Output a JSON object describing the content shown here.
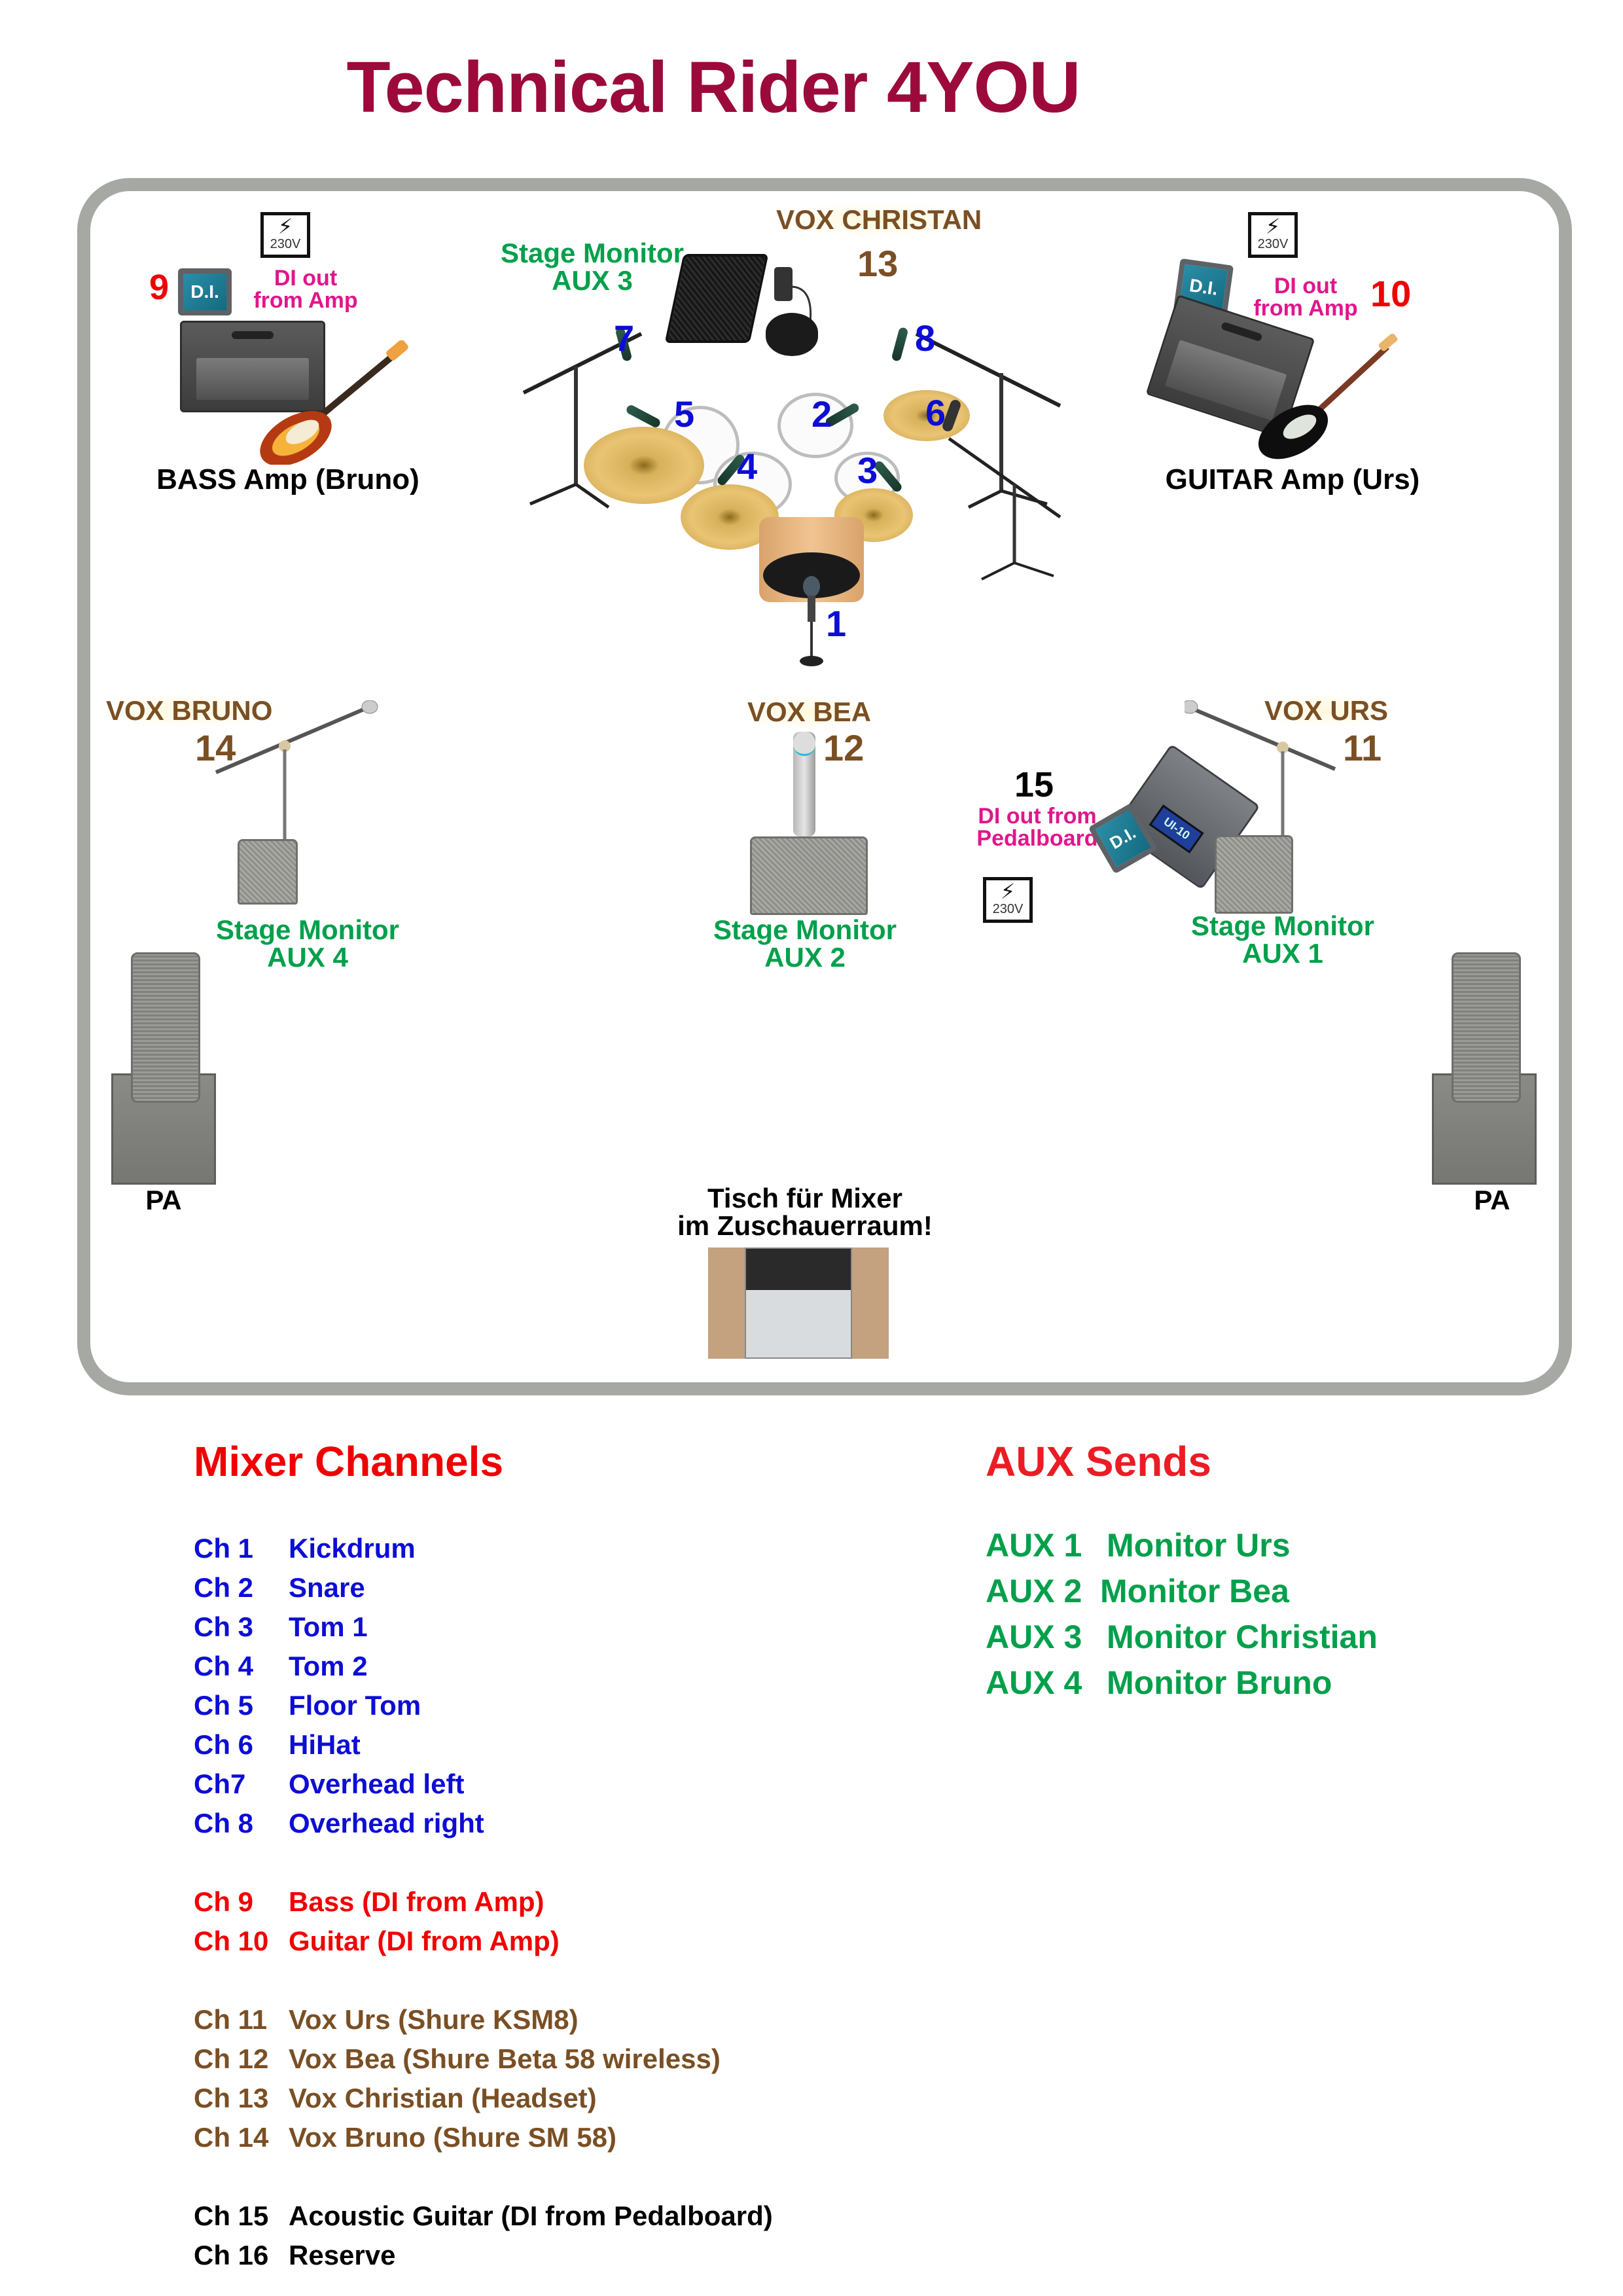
{
  "title": "Technical Rider 4YOU",
  "colors": {
    "title": "#9c0a3c",
    "drum_channels": "#0d0dd6",
    "instrument_channels": "#f00000",
    "vocal_channels": "#7a4f24",
    "other_channels": "#000000",
    "aux": "#00a04b",
    "di_note": "#e0168c",
    "stage_border": "#a6a8a3",
    "mixer_table": "#c4a27f"
  },
  "stage": {
    "power_label": "230V",
    "bass": {
      "channel": "9",
      "di_badge": "D.I.",
      "di_note_line1": "DI out",
      "di_note_line2": "from Amp",
      "label": "BASS Amp (Bruno)"
    },
    "guitar": {
      "channel": "10",
      "di_badge": "D.I.",
      "di_note_line1": "DI out",
      "di_note_line2": "from Amp",
      "label": "GUITAR Amp (Urs)"
    },
    "drums": {
      "vox_label": "VOX CHRISTAN",
      "vox_channel": "13",
      "monitor_line1": "Stage Monitor",
      "monitor_line2": "AUX 3",
      "mic_numbers": [
        "1",
        "2",
        "3",
        "4",
        "5",
        "6",
        "7",
        "8"
      ]
    },
    "vox_bruno": {
      "label": "VOX BRUNO",
      "channel": "14",
      "monitor_line1": "Stage Monitor",
      "monitor_line2": "AUX 4"
    },
    "vox_bea": {
      "label": "VOX BEA",
      "channel": "12",
      "monitor_line1": "Stage Monitor",
      "monitor_line2": "AUX 2"
    },
    "vox_urs": {
      "label": "VOX URS",
      "channel": "11",
      "monitor_line1": "Stage Monitor",
      "monitor_line2": "AUX 1"
    },
    "pedalboard": {
      "channel": "15",
      "note_line1": "DI out from",
      "note_line2": "Pedalboard",
      "di_badge": "D.I.",
      "display": "UI-10"
    },
    "pa_left": "PA",
    "pa_right": "PA",
    "mixer": {
      "line1": "Tisch für Mixer",
      "line2": "im Zuschauerraum!"
    }
  },
  "mixer_channels": {
    "heading": "Mixer Channels",
    "groups": [
      {
        "color": "blue",
        "rows": [
          {
            "ch": "Ch 1",
            "name": "Kickdrum"
          },
          {
            "ch": "Ch 2",
            "name": "Snare"
          },
          {
            "ch": "Ch 3",
            "name": "Tom 1"
          },
          {
            "ch": "Ch 4",
            "name": "Tom 2"
          },
          {
            "ch": "Ch 5",
            "name": "Floor Tom"
          },
          {
            "ch": "Ch 6",
            "name": "HiHat"
          },
          {
            "ch": "Ch7",
            "name": "Overhead left"
          },
          {
            "ch": "Ch 8",
            "name": "Overhead right"
          }
        ]
      },
      {
        "color": "red",
        "rows": [
          {
            "ch": "Ch 9",
            "name": "Bass (DI from Amp)"
          },
          {
            "ch": "Ch 10",
            "name": "Guitar (DI from Amp)"
          }
        ]
      },
      {
        "color": "brown",
        "rows": [
          {
            "ch": "Ch 11",
            "name": "Vox Urs (Shure KSM8)"
          },
          {
            "ch": "Ch 12",
            "name": "Vox Bea (Shure Beta 58 wireless)"
          },
          {
            "ch": "Ch 13",
            "name": "Vox Christian (Headset)"
          },
          {
            "ch": "Ch 14",
            "name": "Vox Bruno (Shure SM 58)"
          }
        ]
      },
      {
        "color": "black",
        "rows": [
          {
            "ch": "Ch 15",
            "name": "Acoustic Guitar (DI from Pedalboard)"
          },
          {
            "ch": "Ch 16",
            "name": "Reserve"
          }
        ]
      }
    ]
  },
  "aux_sends": {
    "heading": "AUX Sends",
    "rows": [
      {
        "aux": "AUX 1",
        "name": "Monitor Urs"
      },
      {
        "aux": "AUX 2",
        "name": "Monitor Bea"
      },
      {
        "aux": "AUX 3",
        "name": "Monitor Christian"
      },
      {
        "aux": "AUX 4",
        "name": "Monitor Bruno"
      }
    ]
  }
}
